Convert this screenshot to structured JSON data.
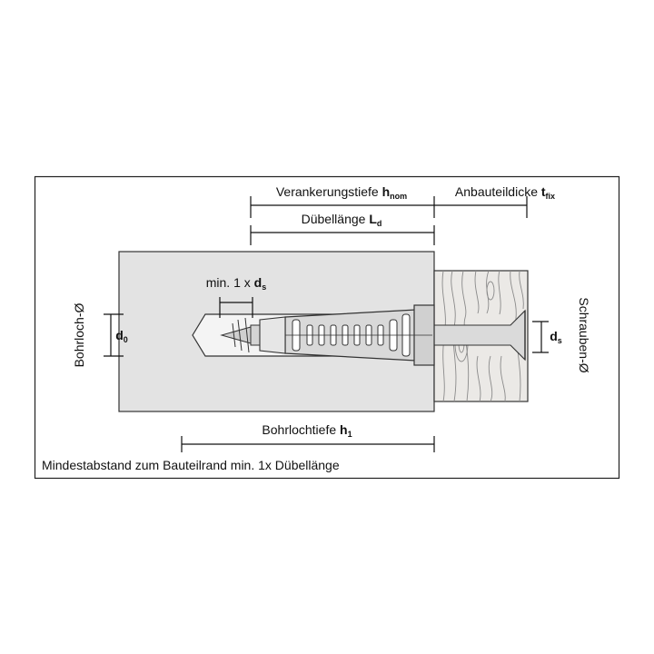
{
  "labels": {
    "anchorage_depth": "Verankerungstiefe",
    "anchorage_symbol": "h",
    "anchorage_sub": "nom",
    "fixture_thickness": "Anbauteildicke",
    "fixture_symbol": "t",
    "fixture_sub": "fix",
    "dowel_length": "Dübellänge",
    "dowel_symbol": "L",
    "dowel_sub": "d",
    "min_spacing": "min. 1 x",
    "min_spacing_symbol": "d",
    "min_spacing_sub": "s",
    "drill_hole_diameter": "Bohrloch-Ø",
    "drill_symbol": "d",
    "drill_sub": "0",
    "screw_diameter": "Schrauben-Ø",
    "screw_symbol": "d",
    "screw_sub": "s",
    "drill_depth": "Bohrlochtiefe",
    "drill_depth_symbol": "h",
    "drill_depth_sub": "1",
    "footer_note": "Mindestabstand zum Bauteilrand min. 1x Dübellänge"
  },
  "colors": {
    "frame": "#222222",
    "concrete": "#e3e3e3",
    "wood": "#e8e6e3",
    "wood_grain": "#8a8a8a",
    "dowel": "#d9d9d9",
    "line": "#111111"
  }
}
